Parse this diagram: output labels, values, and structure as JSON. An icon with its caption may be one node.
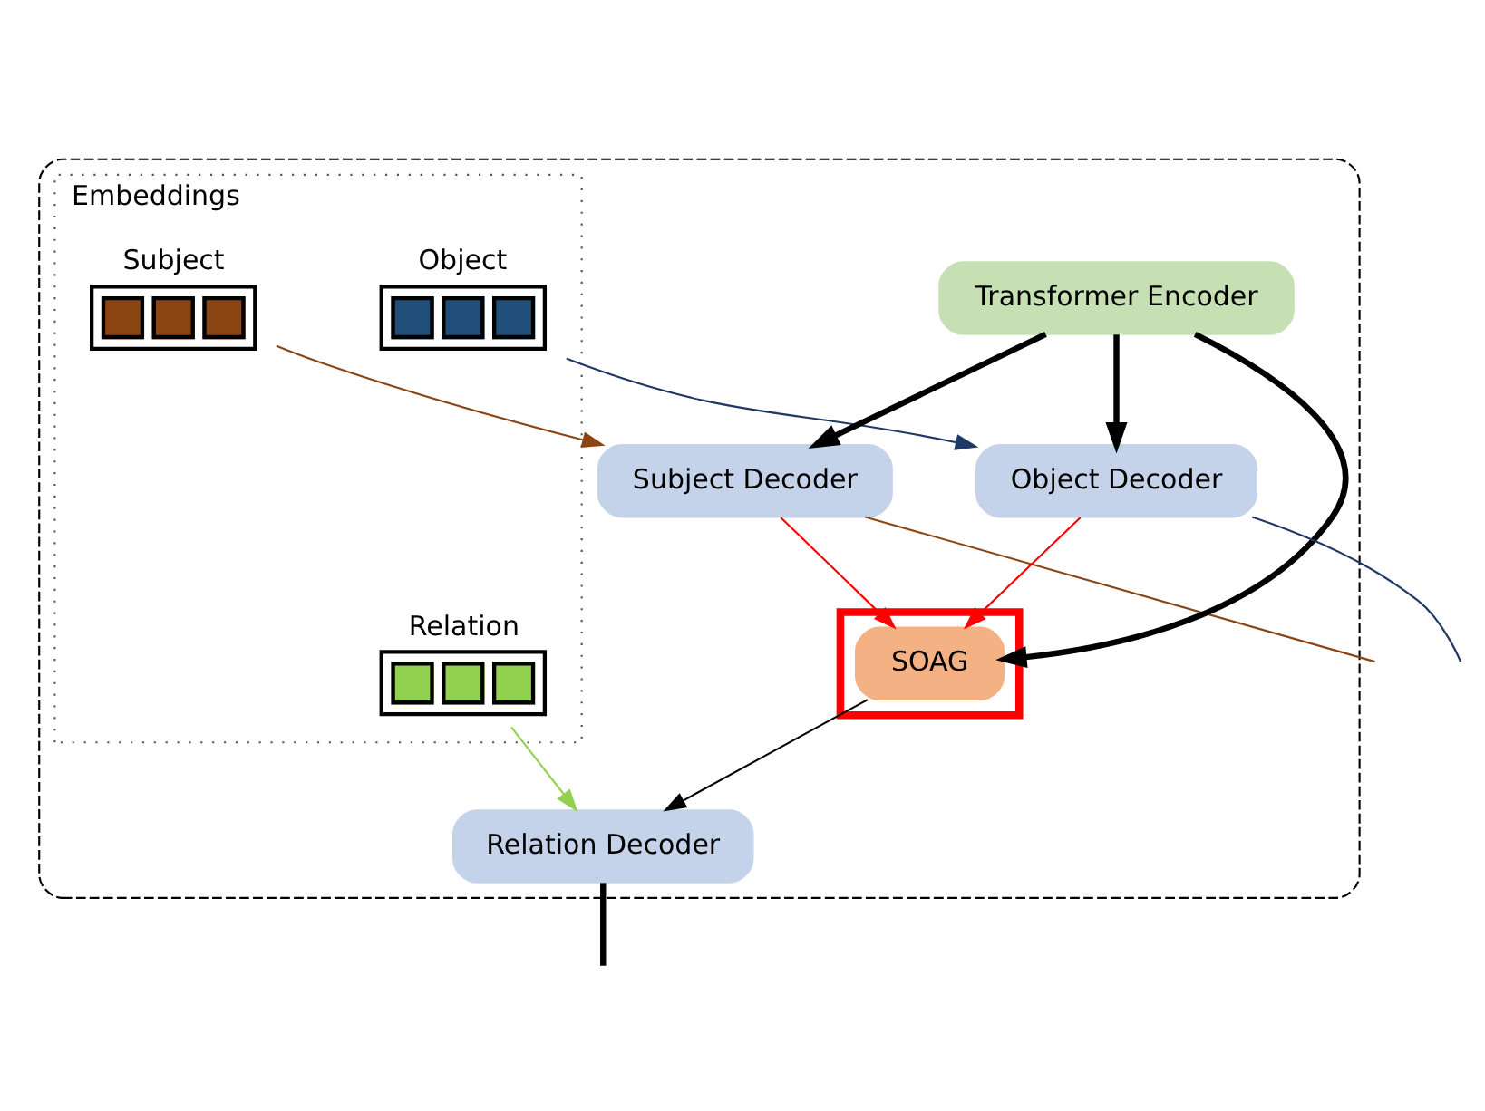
{
  "diagram": {
    "nodes": [
      {
        "text": [],
        "shape": "box"
      },
      {
        "text": [
          "Embeddings"
        ],
        "in": 0
      },
      {
        "text": [
          "Subject"
        ],
        "in": 1
      },
      {
        "text": [
          "Object"
        ],
        "in": 1
      },
      {
        "text": [
          "Relation"
        ],
        "in": 1
      },
      {
        "text": [
          "Subject Decoder"
        ],
        "in": 0
      },
      {
        "text": [
          "Transformer Encoder"
        ],
        "in": 0
      },
      {
        "text": [
          "Object Decoder"
        ],
        "in": 0
      },
      {
        "text": [],
        "shape": "box",
        "in": 0
      },
      {
        "text": [
          "SOAG"
        ],
        "in": 8
      },
      {
        "text": [
          "Relation Decoder"
        ],
        "in": 0
      }
    ],
    "edges": [
      {
        "from": 2,
        "to": 5,
        "arrow": "to",
        "color": "#8b4513"
      },
      {
        "from": 3,
        "to": 7,
        "arrow": "to",
        "color": "#1f3864"
      },
      {
        "from": 4,
        "to": 10,
        "arrow": "to",
        "color": "#92d050"
      },
      {
        "from": 6,
        "to": 5,
        "arrow": "to",
        "style": "thick"
      },
      {
        "from": 6,
        "to": 7,
        "arrow": "to",
        "style": "thick"
      },
      {
        "from": 6,
        "to": 9,
        "arrow": "to",
        "style": "thick"
      },
      {
        "from": 5,
        "to": 9,
        "arrow": "to",
        "color": "#ff0000"
      },
      {
        "from": 7,
        "to": 9,
        "arrow": "to",
        "color": "#ff0000"
      },
      {
        "from": 9,
        "to": 10,
        "arrow": "to"
      },
      {
        "from": 5,
        "to": null,
        "arrow": "none",
        "color": "#8b4513"
      },
      {
        "from": 7,
        "to": null,
        "arrow": "none",
        "color": "#1f3864"
      },
      {
        "from": 10,
        "to": null,
        "arrow": "none",
        "style": "thick"
      }
    ]
  }
}
